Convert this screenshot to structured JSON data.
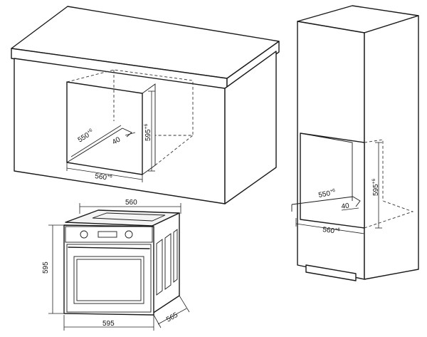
{
  "cabinet_left": {
    "dim_width": "560",
    "dim_width_tol": "+6",
    "dim_height": "595",
    "dim_height_tol": "+6",
    "dim_depth": "550",
    "dim_depth_tol": "+6",
    "dim_gap": "40"
  },
  "cabinet_right": {
    "dim_width": "560",
    "dim_width_tol": "+6",
    "dim_height": "595",
    "dim_height_tol": "+6",
    "dim_depth": "550",
    "dim_depth_tol": "+6",
    "dim_gap": "40"
  },
  "oven": {
    "dim_top_width": "560",
    "dim_front_height": "595",
    "dim_front_width": "595",
    "dim_depth": "565"
  }
}
